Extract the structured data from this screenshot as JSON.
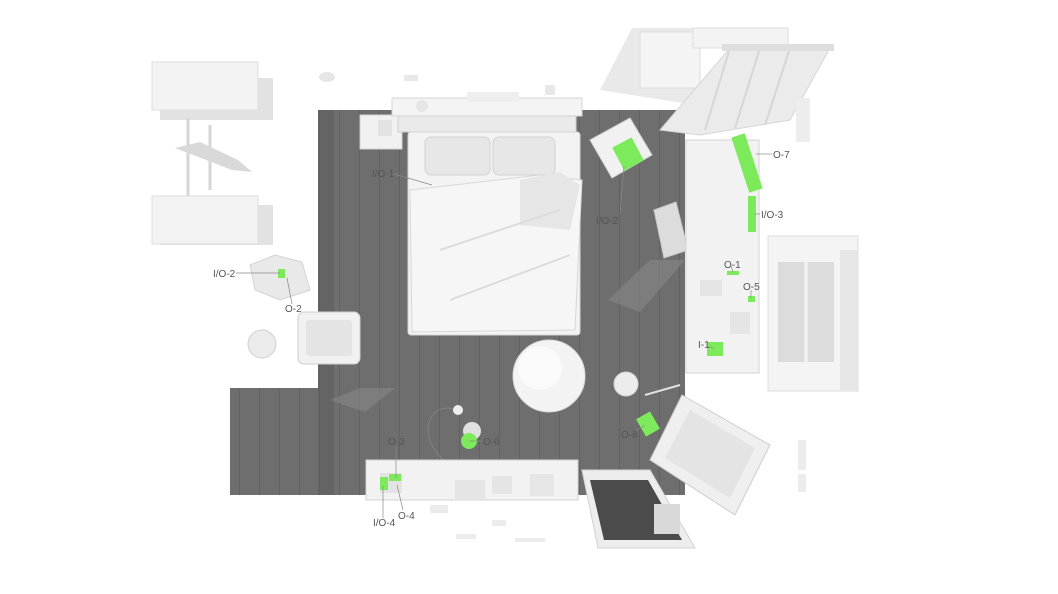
{
  "colors": {
    "floor": "#6e6e6e",
    "floor_line": "#626262",
    "furniture": "#f1f1f1",
    "furniture_edge": "#d2d2d2",
    "shadow": "#c4c4c4",
    "highlight": "#7dea5b",
    "label_text": "#555555",
    "leader": "#888888"
  },
  "labels": [
    {
      "id": "io1-bed",
      "text": "I/O-1"
    },
    {
      "id": "io2-chair",
      "text": "I/O-2"
    },
    {
      "id": "o7-desk",
      "text": "O-7"
    },
    {
      "id": "io3-desk",
      "text": "I/O-3"
    },
    {
      "id": "io2-plant",
      "text": "I/O-2"
    },
    {
      "id": "o2-plant",
      "text": "O-2"
    },
    {
      "id": "o1-desk",
      "text": "O-1"
    },
    {
      "id": "o5-desk",
      "text": "O-5"
    },
    {
      "id": "i1-desk",
      "text": "I-1"
    },
    {
      "id": "o6-lamp",
      "text": "O-6"
    },
    {
      "id": "o8-lounger",
      "text": "O-8"
    },
    {
      "id": "o3-cabinet",
      "text": "O-3"
    },
    {
      "id": "o4-cabinet",
      "text": "O-4"
    },
    {
      "id": "io4-cabinet",
      "text": "I/O-4"
    }
  ]
}
